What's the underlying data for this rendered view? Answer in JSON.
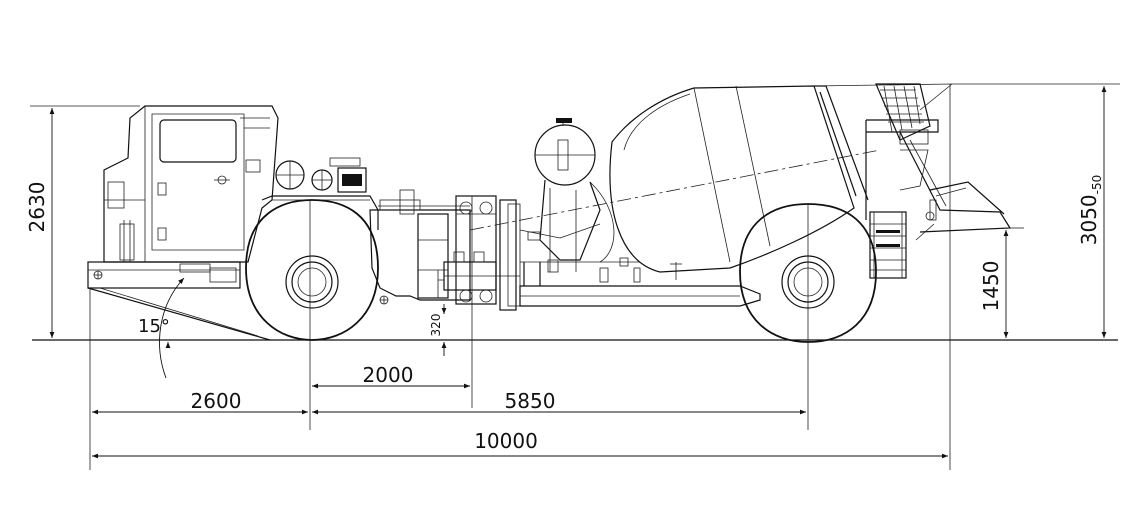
{
  "drawing": {
    "dimensions": {
      "overall_height": "2630",
      "total_height": "3050",
      "total_height_tolerance": "-50",
      "discharge_height": "1450",
      "ground_clearance": "320",
      "approach_angle": "15°",
      "front_overhang": "2600",
      "articulation_offset": "2000",
      "wheelbase": "5850",
      "overall_length": "10000"
    }
  }
}
